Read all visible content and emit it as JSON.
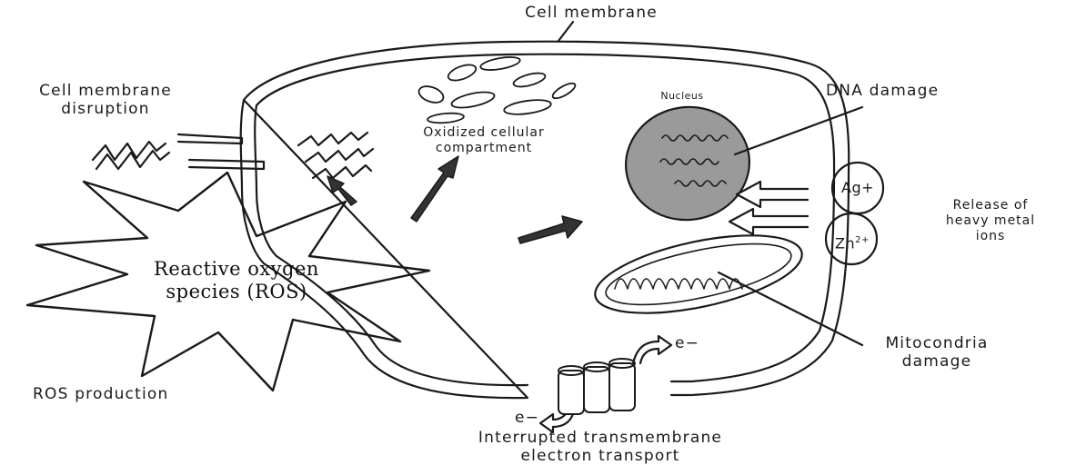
{
  "labels": {
    "cell_membrane": "Cell membrane",
    "membrane_disruption_1": "Cell membrane",
    "membrane_disruption_2": "disruption",
    "nucleus": "Nucleus",
    "dna_damage": "DNA damage",
    "oxidized_1": "Oxidized cellular",
    "oxidized_2": "compartment",
    "release_1": "Release of",
    "release_2": "heavy metal",
    "release_3": "ions",
    "ag_ion": "Ag+",
    "zn_ion": "Zn",
    "zn_charge": "2+",
    "ros_1": "Reactive oxygen",
    "ros_2": "species (ROS)",
    "ros_production": "ROS production",
    "mito_1": "Mitocondria",
    "mito_2": "damage",
    "electron_top": "e−",
    "electron_bottom": "e−",
    "transport_1": "Interrupted transmembrane",
    "transport_2": "electron transport"
  },
  "colors": {
    "line": "#1a1a1a",
    "nucleus_fill": "#9a9a9a",
    "arrow_fill": "#333333",
    "background": "#ffffff"
  }
}
